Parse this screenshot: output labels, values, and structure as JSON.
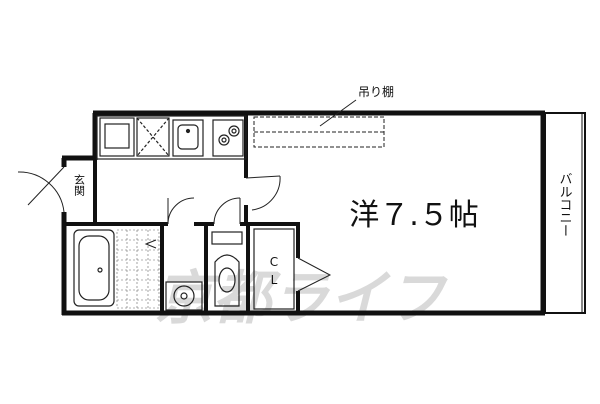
{
  "plan": {
    "rooms": {
      "main_room": "洋７.５帖",
      "entrance": "玄関",
      "balcony": "バルコニー",
      "closet": "CL"
    },
    "callouts": {
      "hanging_shelf": "吊り棚"
    },
    "watermark": "京都ライフ",
    "colors": {
      "wall": "#111111",
      "line": "#222222",
      "background": "#ffffff",
      "watermark": "#d6d6d6"
    }
  }
}
